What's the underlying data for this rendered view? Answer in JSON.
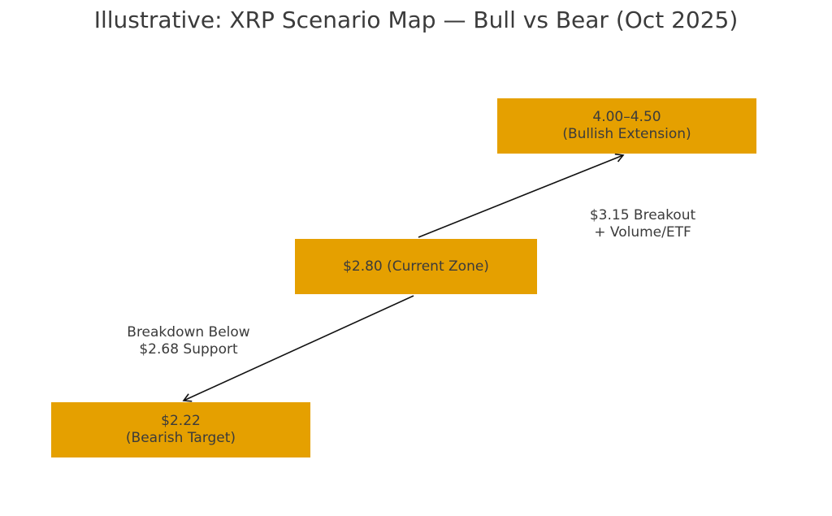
{
  "title": "Illustrative: XRP Scenario Map — Bull vs Bear (Oct 2025)",
  "colors": {
    "box": "#e5a000",
    "text": "#3b3b3b",
    "arrow": "#111111"
  },
  "nodes": {
    "bull": {
      "line1": "4.00–4.50",
      "line2": "(Bullish Extension)"
    },
    "current": {
      "line1": "$2.80 (Current Zone)"
    },
    "bear": {
      "line1": "$2.22",
      "line2": "(Bearish Target)"
    }
  },
  "edges": {
    "up": {
      "line1": "$3.15 Breakout",
      "line2": "+ Volume/ETF"
    },
    "down": {
      "line1": "Breakdown Below",
      "line2": "$2.68 Support"
    }
  }
}
